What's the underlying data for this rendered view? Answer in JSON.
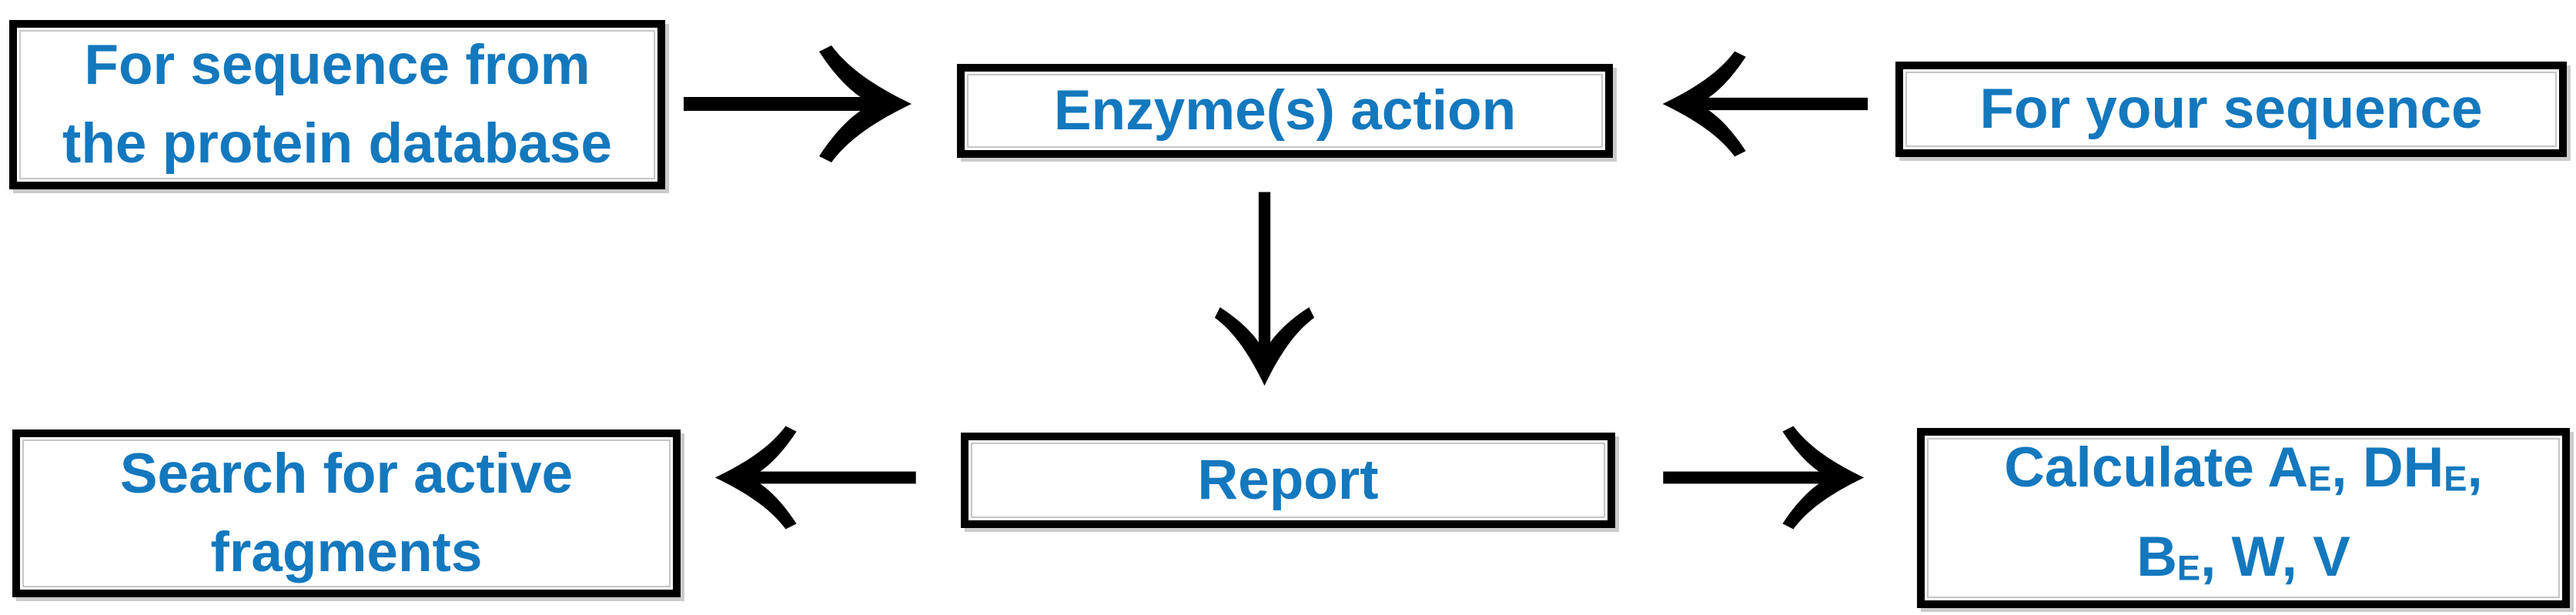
{
  "theme": {
    "background": "#ffffff",
    "node_text_color": "#1478be",
    "node_border_color": "#000000",
    "arrow_color": "#000000"
  },
  "nodes": {
    "protein_db": {
      "line1": "For sequence from",
      "line2": "the protein database"
    },
    "enzyme": {
      "label": "Enzyme(s) action"
    },
    "your_seq": {
      "label": "For your sequence"
    },
    "search": {
      "line1": "Search for active",
      "line2": "fragments"
    },
    "report": {
      "label": "Report"
    },
    "calc": {
      "l1t1": "Calculate A",
      "l1s1": "E",
      "l1t2": ", DH",
      "l1s2": "E",
      "l1t3": ",",
      "l2t1": "B",
      "l2s1": "E",
      "l2t2": ", W, V"
    }
  },
  "edges": [
    {
      "from": "For sequence from the protein database",
      "to": "Enzyme(s) action",
      "direction": "right"
    },
    {
      "from": "For your sequence",
      "to": "Enzyme(s) action",
      "direction": "left"
    },
    {
      "from": "Enzyme(s) action",
      "to": "Report",
      "direction": "down"
    },
    {
      "from": "Report",
      "to": "Search for active fragments",
      "direction": "left"
    },
    {
      "from": "Report",
      "to": "Calculate AE, DHE, BE, W, V",
      "direction": "right"
    }
  ]
}
